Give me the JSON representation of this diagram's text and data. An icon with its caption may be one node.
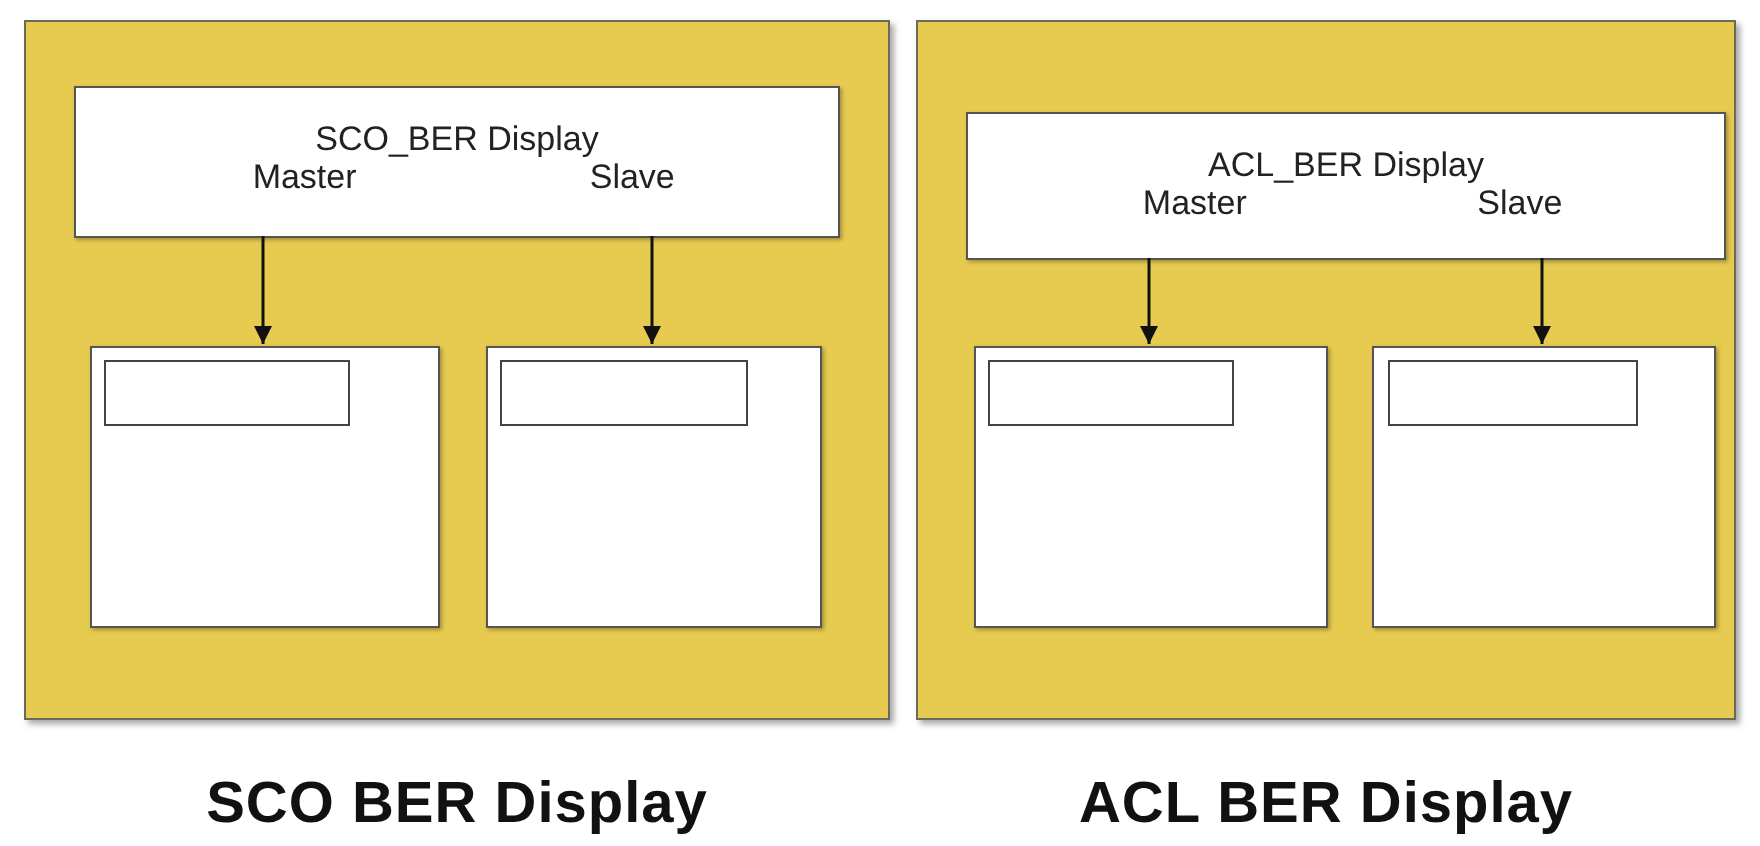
{
  "diagram": {
    "nodes": [
      {
        "text": [],
        "shape": "box",
        "beside": [
          "SCO BER Display"
        ]
      },
      {
        "text": [
          "SCO_BER Display",
          "Master",
          "Slave"
        ],
        "in": 0
      },
      {
        "text": [],
        "shape": "box",
        "in": 0
      },
      {
        "text": [],
        "shape": "box",
        "in": 2
      },
      {
        "text": [],
        "shape": "box",
        "in": 0
      },
      {
        "text": [],
        "shape": "box",
        "in": 4
      },
      {
        "text": [],
        "shape": "box",
        "beside": [
          "ACL BER Display"
        ]
      },
      {
        "text": [
          "ACL_BER Display",
          "Master",
          "Slave"
        ],
        "in": 6
      },
      {
        "text": [],
        "shape": "box",
        "in": 6
      },
      {
        "text": [],
        "shape": "box",
        "in": 8
      },
      {
        "text": [],
        "shape": "box",
        "in": 6
      },
      {
        "text": [],
        "shape": "box",
        "in": 10
      }
    ],
    "edges": [
      {
        "from": 1,
        "to": 2,
        "arrow": "to"
      },
      {
        "from": 1,
        "to": 4,
        "arrow": "to"
      },
      {
        "from": 7,
        "to": 8,
        "arrow": "to"
      },
      {
        "from": 7,
        "to": 10,
        "arrow": "to"
      }
    ]
  }
}
